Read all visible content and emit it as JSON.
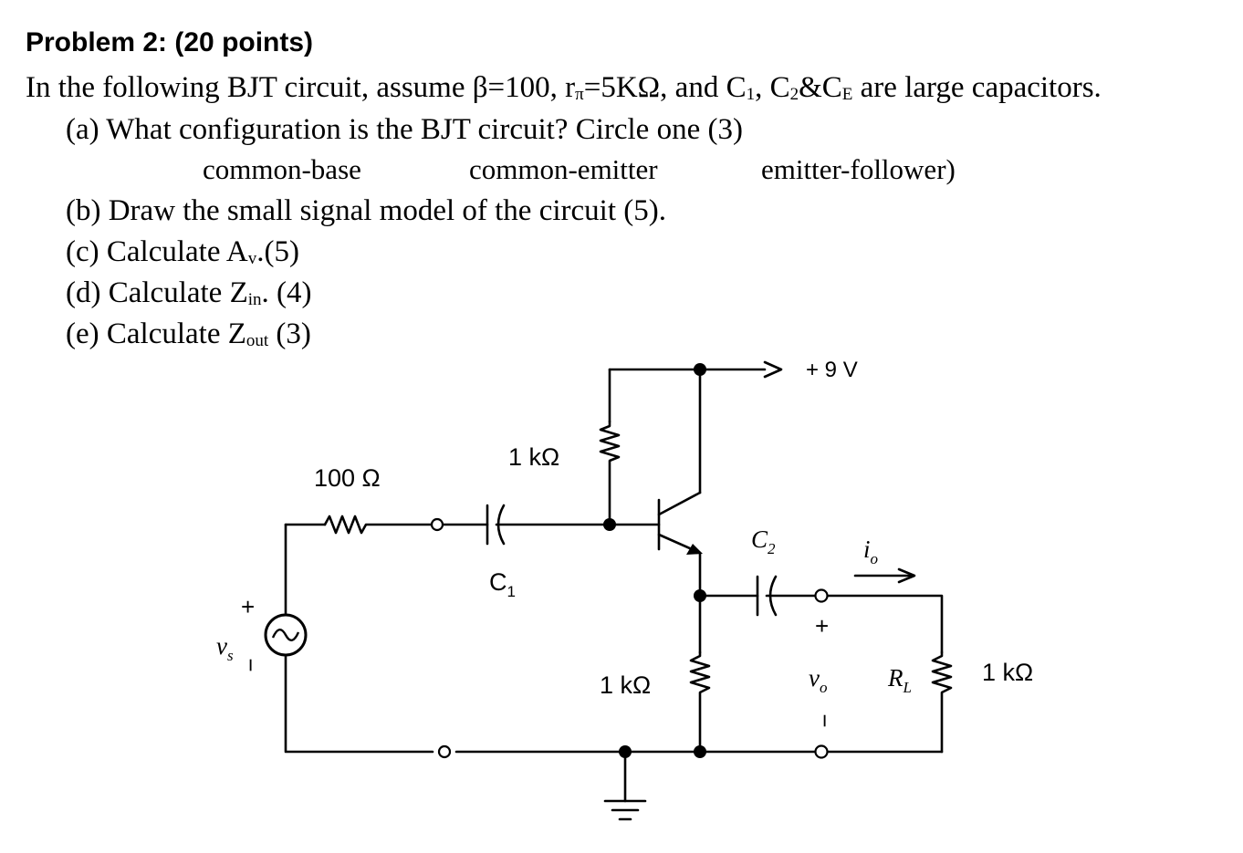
{
  "problem": {
    "title": "Problem 2: (20 points)",
    "intro_a": "In the following BJT circuit, assume β=100, r",
    "intro_pi": "π",
    "intro_b": "=5KΩ, and C",
    "intro_1": "1",
    "intro_c": ", C",
    "intro_2": "2",
    "intro_d": "&C",
    "intro_E": "E",
    "intro_e": " are large capacitors.",
    "part_a": "(a) What configuration is the BJT circuit? Circle one (3)",
    "options": [
      "common-base",
      "common-emitter",
      "emitter-follower)"
    ],
    "part_b": "(b) Draw the small signal model of the circuit (5).",
    "part_c_pre": "(c) Calculate A",
    "part_c_sub": "v",
    "part_c_post": ".(5)",
    "part_d_pre": "(d) Calculate Z",
    "part_d_sub": "in",
    "part_d_post": ". (4)",
    "part_e_pre": "(e) Calculate Z",
    "part_e_sub": "out",
    "part_e_post": " (3)"
  },
  "circuit": {
    "supply": "+ 9 V",
    "r_source": "100 Ω",
    "r_base": "1 kΩ",
    "r_emitter": "1 kΩ",
    "r_load_value": "1 kΩ",
    "r_load_name": "R",
    "r_load_sub": "L",
    "c1": "C",
    "c1_sub": "1",
    "c2": "C",
    "c2_sub": "2",
    "io": "i",
    "io_sub": "o",
    "vo": "v",
    "vo_sub": "o",
    "vs": "v",
    "vs_sub": "s",
    "plus": "+",
    "minus": "−"
  }
}
